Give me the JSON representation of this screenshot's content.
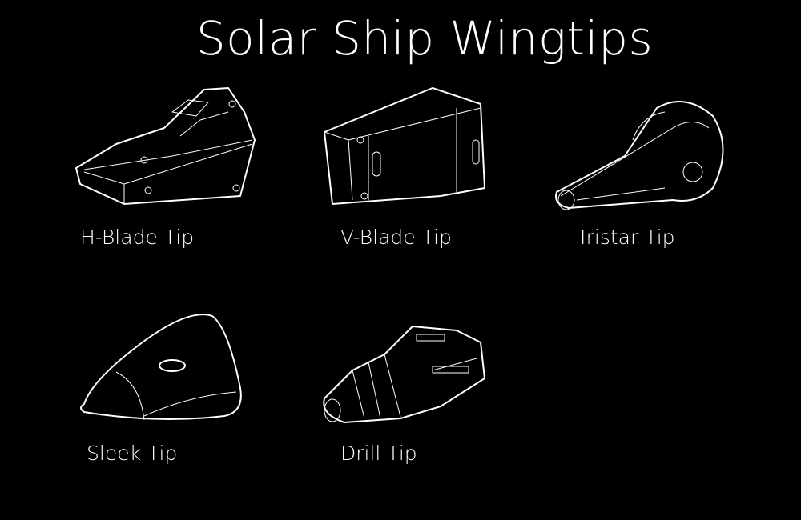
{
  "title": "Solar Ship Wingtips",
  "tips": [
    {
      "label": "H-Blade Tip",
      "icon": "h-blade-tip-drawing"
    },
    {
      "label": "V-Blade Tip",
      "icon": "v-blade-tip-drawing"
    },
    {
      "label": "Tristar Tip",
      "icon": "tristar-tip-drawing"
    },
    {
      "label": "Sleek Tip",
      "icon": "sleek-tip-drawing"
    },
    {
      "label": "Drill Tip",
      "icon": "drill-tip-drawing"
    }
  ]
}
